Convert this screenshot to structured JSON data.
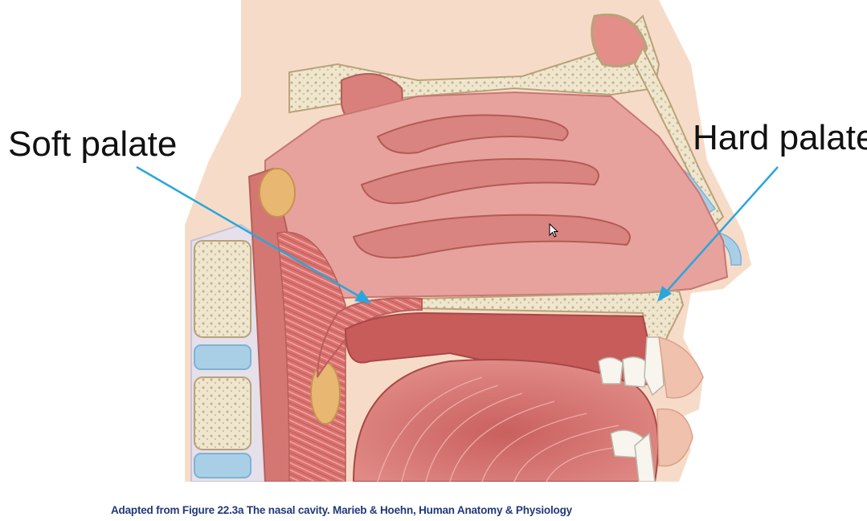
{
  "labels": {
    "soft_palate": "Soft palate",
    "hard_palate": "Hard palate"
  },
  "caption": "Adapted from Figure 22.3a The nasal cavity.  Marieb & Hoehn, Human Anatomy & Physiology",
  "colors": {
    "tissue": "#e59b97",
    "tissue_dark": "#c9605e",
    "bone": "#efe6cf",
    "bone_pore": "#c8b38a",
    "skin": "#f6dcc8",
    "cartilage": "#a9cfe6",
    "arrow": "#2aa6dc",
    "caption": "#1f3a7a"
  }
}
